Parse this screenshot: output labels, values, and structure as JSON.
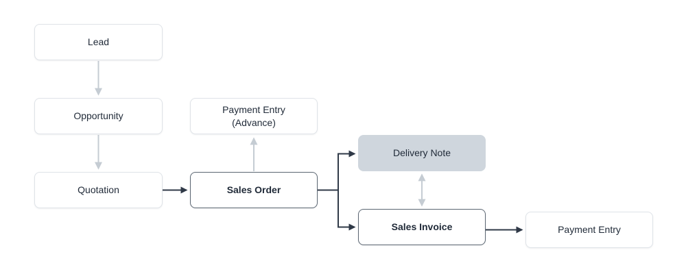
{
  "diagram": {
    "type": "flowchart",
    "background": "#ffffff",
    "colors": {
      "node_text": "#1f2937",
      "node_background": "#ffffff",
      "node_border_light": "#dfe3e8",
      "node_border_strong": "#5b6672",
      "node_fill_highlight": "#cfd6dd",
      "arrow_dark": "#2f3947",
      "arrow_gray": "#c5ccd3"
    },
    "nodes": [
      {
        "id": "lead",
        "label": "Lead",
        "style": "light"
      },
      {
        "id": "opportunity",
        "label": "Opportunity",
        "style": "light"
      },
      {
        "id": "quotation",
        "label": "Quotation",
        "style": "light"
      },
      {
        "id": "payment-entry-advance",
        "label": "Payment Entry\n(Advance)",
        "style": "light"
      },
      {
        "id": "sales-order",
        "label": "Sales Order",
        "style": "strong"
      },
      {
        "id": "delivery-note",
        "label": "Delivery Note",
        "style": "filled"
      },
      {
        "id": "sales-invoice",
        "label": "Sales Invoice",
        "style": "strong"
      },
      {
        "id": "payment-entry",
        "label": "Payment Entry",
        "style": "light"
      }
    ],
    "edges": [
      {
        "from": "lead",
        "to": "opportunity",
        "style": "gray",
        "direction": "down"
      },
      {
        "from": "opportunity",
        "to": "quotation",
        "style": "gray",
        "direction": "down"
      },
      {
        "from": "quotation",
        "to": "sales-order",
        "style": "dark",
        "direction": "right"
      },
      {
        "from": "sales-order",
        "to": "payment-entry-advance",
        "style": "gray",
        "direction": "up"
      },
      {
        "from": "sales-order",
        "to": "delivery-note",
        "style": "dark",
        "direction": "branch-right"
      },
      {
        "from": "sales-order",
        "to": "sales-invoice",
        "style": "dark",
        "direction": "branch-right"
      },
      {
        "from": "delivery-note",
        "to": "sales-invoice",
        "style": "gray",
        "direction": "both"
      },
      {
        "from": "sales-invoice",
        "to": "payment-entry",
        "style": "dark",
        "direction": "right"
      }
    ]
  }
}
